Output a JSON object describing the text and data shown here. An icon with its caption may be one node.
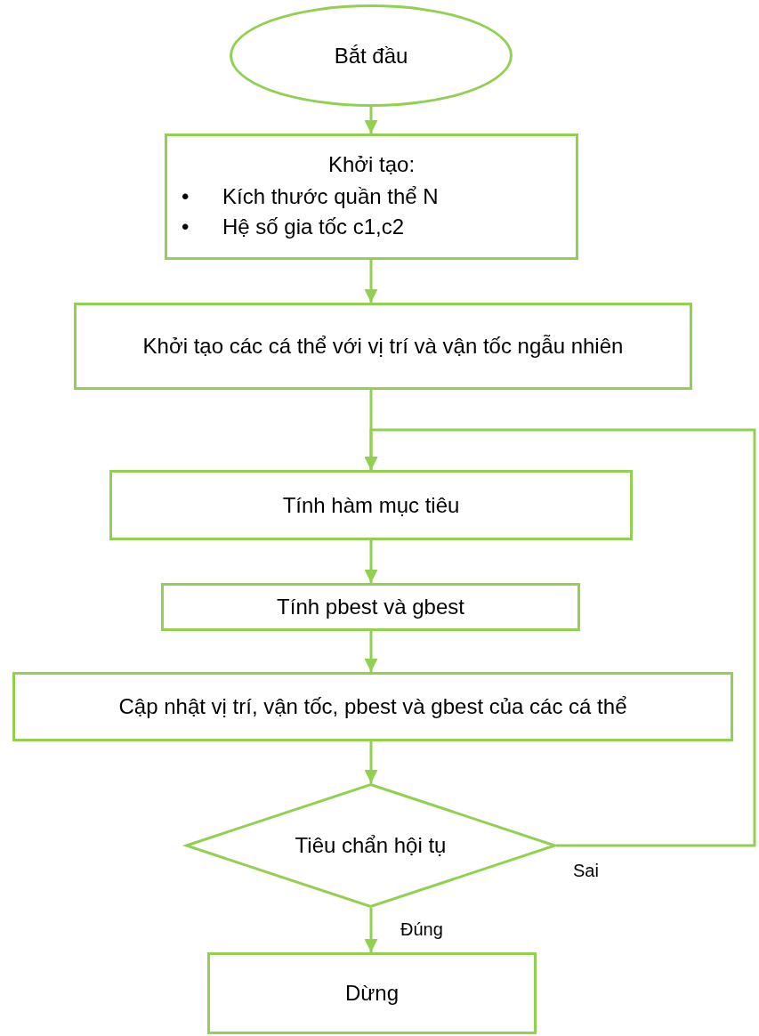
{
  "diagram": {
    "nodes": [
      {
        "text": [
          "Bắt đầu"
        ]
      },
      {
        "text": [
          "Khởi tạo:",
          "•",
          "Kích thước quần thể N",
          "•",
          "Hệ số gia tốc c1,c2"
        ]
      },
      {
        "text": [
          "Khởi tạo các cá thể với vị trí và vận tốc ngẫu nhiên"
        ]
      },
      {
        "text": [
          "Tính hàm mục tiêu"
        ]
      },
      {
        "text": [
          "Tính pbest và gbest"
        ]
      },
      {
        "text": [
          "Cập nhật vị trí, vận tốc, pbest và gbest của các cá thể"
        ]
      },
      {
        "text": [
          "Tiêu chẩn hội tụ"
        ]
      },
      {
        "text": [
          "Dừng"
        ]
      }
    ],
    "edges": [
      {
        "from": 0,
        "to": 1,
        "arrow": "to"
      },
      {
        "from": 1,
        "to": 2,
        "arrow": "to"
      },
      {
        "from": 2,
        "to": 3,
        "arrow": "to"
      },
      {
        "from": 3,
        "to": 4,
        "arrow": "to"
      },
      {
        "from": 4,
        "to": 5,
        "arrow": "to"
      },
      {
        "from": 5,
        "to": 6,
        "arrow": "to"
      },
      {
        "from": 6,
        "to": 7,
        "arrow": "to",
        "label": "Đúng"
      },
      {
        "from": 6,
        "to": 3,
        "arrow": "to",
        "label": "Sai"
      }
    ]
  }
}
